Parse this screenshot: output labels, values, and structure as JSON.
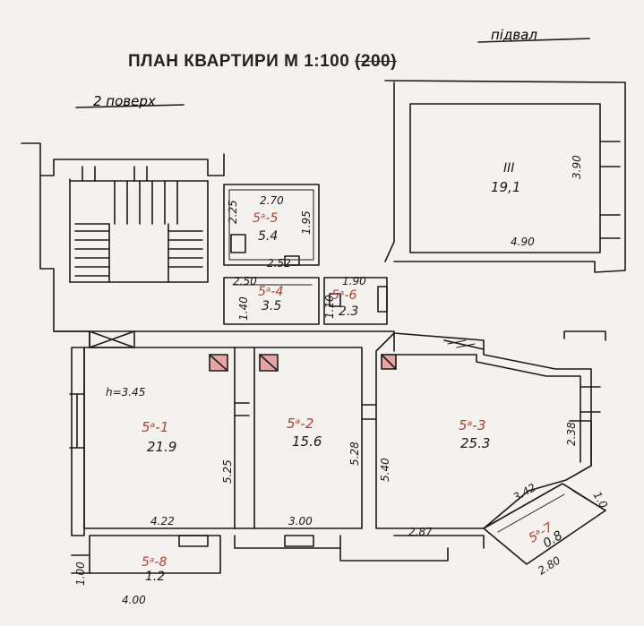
{
  "title": {
    "main": "ПЛАН КВАРТИРИ М 1:100",
    "struck": "(200)"
  },
  "labels": {
    "basement": "підвал",
    "floor": "2 поверх",
    "height": "h=3.45"
  },
  "rooms": [
    {
      "id": "5ᵃ-1",
      "area": "21.9"
    },
    {
      "id": "5ᵃ-2",
      "area": "15.6"
    },
    {
      "id": "5ᵃ-3",
      "area": "25.3"
    },
    {
      "id": "5ᵃ-4",
      "area": "3.5"
    },
    {
      "id": "5ᵃ-5",
      "area": "5.4"
    },
    {
      "id": "5ᵃ-6",
      "area": "2.3"
    },
    {
      "id": "5ᵃ-7",
      "area": "0.8"
    },
    {
      "id": "5ᵃ-8",
      "area": "1.2"
    },
    {
      "id": "III",
      "area": "19,1"
    }
  ],
  "dimensions": {
    "r1_width": "4.22",
    "r1_depth": "5.25",
    "r2_width": "3.00",
    "r2_depth": "5.28",
    "r3_left": "5.40",
    "r3_bottom": "2.87",
    "r3_right": "2.38",
    "r3_diag": "3.42",
    "r4_width": "2.50",
    "r4_depth": "1.40",
    "r5_top": "2.70",
    "r5_left": "2.25",
    "r5_right": "1.95",
    "r5_bottom": "2.52",
    "r6_width": "1.90",
    "r6_depth": "1.10",
    "r7_width": "2.80",
    "r7_depth": "1.0",
    "r8_width": "4.00",
    "r8_depth": "1.00",
    "base_depth": "3.90",
    "base_width": "4.90"
  }
}
